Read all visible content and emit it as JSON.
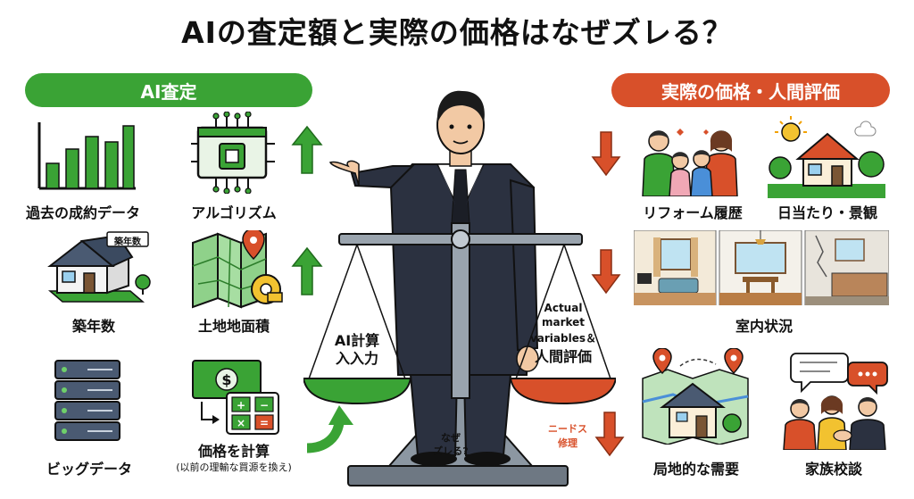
{
  "title": "AIの査定額と実際の価格はなぜズレる？",
  "left_header": "AI査定",
  "right_header": "実際の価格・人間評価",
  "left_items": [
    {
      "label": "過去の成約データ"
    },
    {
      "label": "アルゴリズム"
    },
    {
      "label": "築年数",
      "badge": "築年数"
    },
    {
      "label": "土地地面積"
    },
    {
      "label": "ビッグデータ"
    },
    {
      "label": "価格を計算",
      "sub": "(以前の理輸な買源を換え)"
    }
  ],
  "right_items": [
    {
      "label": "リフォーム履歴"
    },
    {
      "label": "日当たり・景観"
    },
    {
      "label": "室内状況"
    },
    {
      "label": "局地的な需要"
    },
    {
      "label": "家族校談"
    }
  ],
  "scale": {
    "left_pan_line1": "AI計算",
    "left_pan_line2": "入入力",
    "right_pan_line1": "Actual",
    "right_pan_line2": "market",
    "right_pan_line3": "variables＆",
    "right_pan_line4": "人間評価",
    "base_line1": "なぜ",
    "base_line2": "ズレる?"
  },
  "needs_note_line1": "ニードス",
  "needs_note_line2": "修理",
  "colors": {
    "green": "#3aa335",
    "red": "#d8502a",
    "suit": "#2b3140"
  }
}
